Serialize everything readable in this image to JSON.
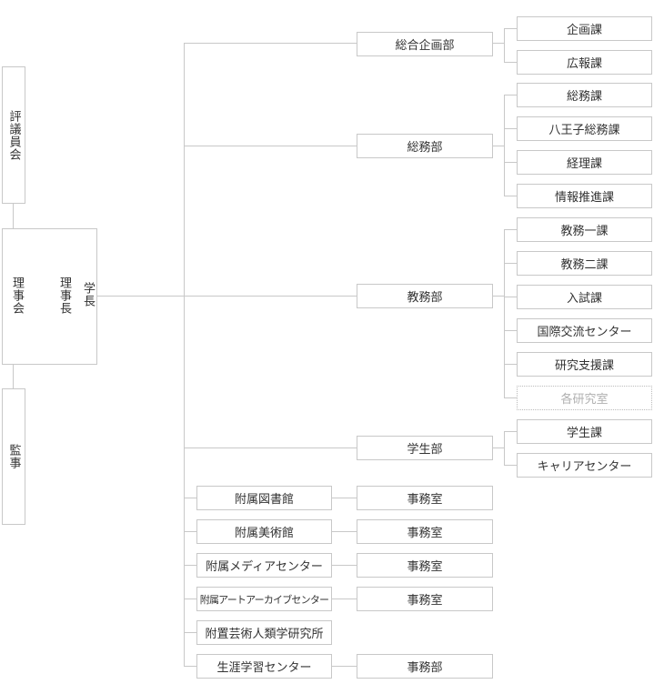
{
  "left": {
    "council": "評議員会",
    "board": "理事会",
    "chairman": "理事長",
    "president": "学長",
    "auditor": "監事"
  },
  "departments": [
    {
      "name": "総合企画部",
      "sections": [
        "企画課",
        "広報課"
      ]
    },
    {
      "name": "総務部",
      "sections": [
        "総務課",
        "八王子総務課",
        "経理課",
        "情報推進課"
      ]
    },
    {
      "name": "教務部",
      "sections": [
        "教務一課",
        "教務二課",
        "入試課",
        "国際交流センター",
        "研究支援課",
        "各研究室"
      ]
    },
    {
      "name": "学生部",
      "sections": [
        "学生課",
        "キャリアセンター"
      ]
    }
  ],
  "facilities": [
    {
      "name": "附属図書館",
      "office": "事務室"
    },
    {
      "name": "附属美術館",
      "office": "事務室"
    },
    {
      "name": "附属メディアセンター",
      "office": "事務室"
    },
    {
      "name": "附属アートアーカイブセンター",
      "office": "事務室"
    },
    {
      "name": "附置芸術人類学研究所",
      "office": ""
    },
    {
      "name": "生涯学習センター",
      "office": "事務部"
    }
  ]
}
